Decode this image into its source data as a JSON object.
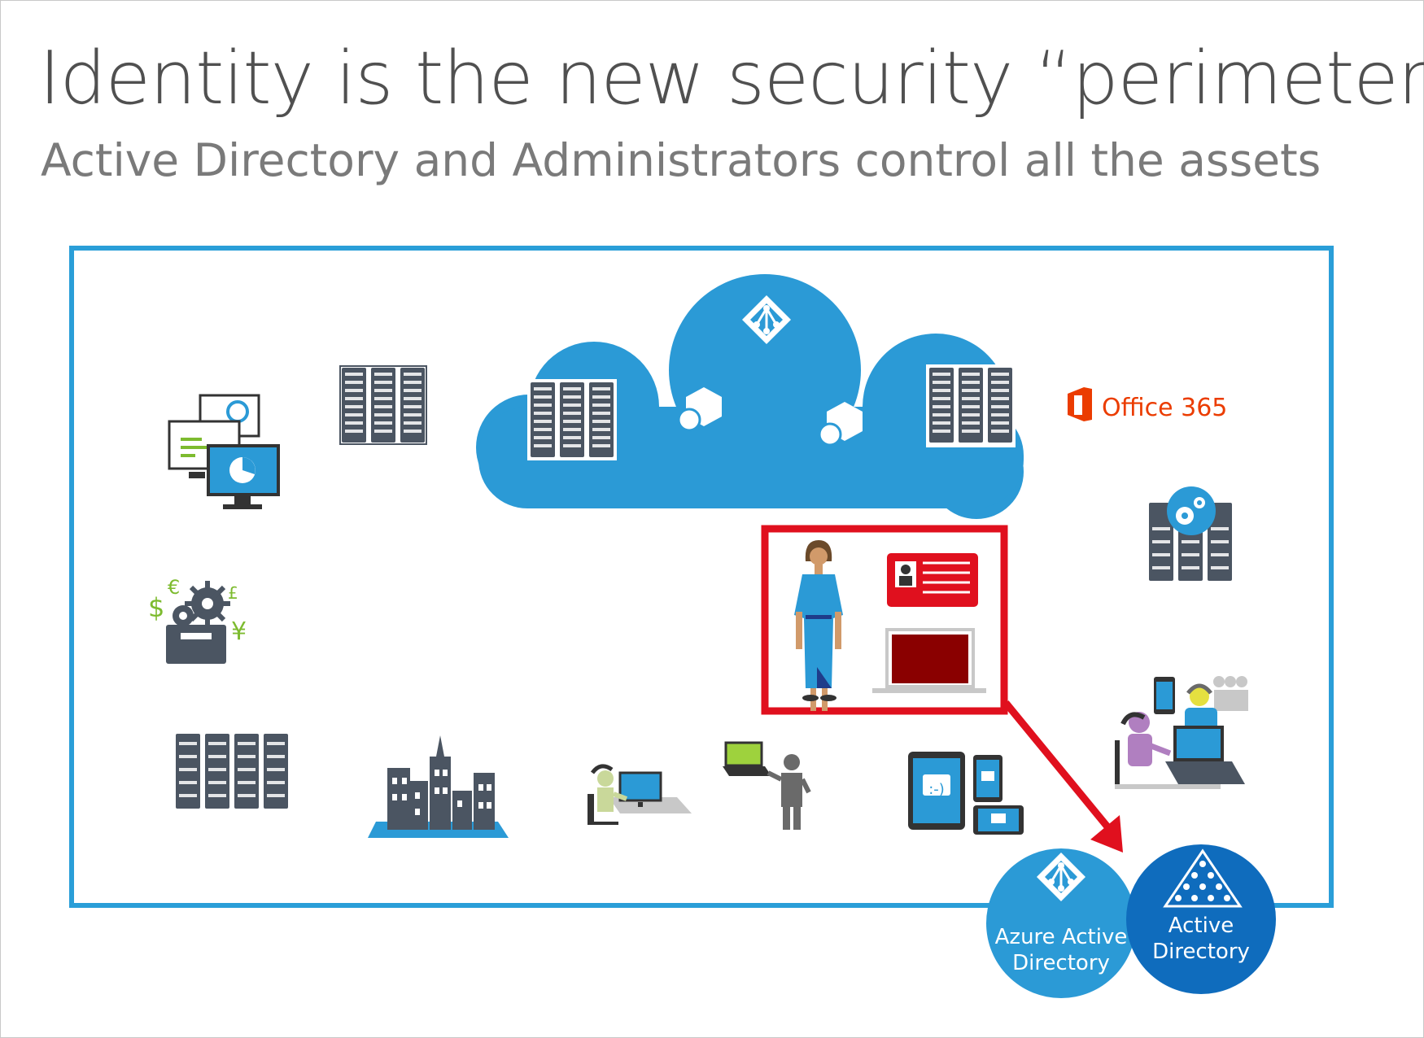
{
  "slide": {
    "title": "Identity is the new security “perimeter”",
    "subtitle": "Active Directory and Administrators control all the assets"
  },
  "office365": {
    "label": "Office 365"
  },
  "azure_ad": {
    "line1": "Azure Active",
    "line2": "Directory"
  },
  "active_directory": {
    "line1": "Active",
    "line2": "Directory"
  },
  "currency": {
    "dollar": "$",
    "euro": "€",
    "pound": "£",
    "yen": "¥"
  },
  "emoticon": ":-)",
  "colors": {
    "perimeter": "#2a9ed8",
    "cloud": "#2b9ad6",
    "highlight": "#e0101e",
    "azure_circle": "#2b9ad6",
    "ad_circle": "#0f6cbd",
    "server_dark": "#4b5562",
    "office_orange": "#eb3c00",
    "currency_green": "#7dbb2f"
  },
  "icons": [
    "azure-ad-icon",
    "server-rack-icon",
    "monitor-cluster-icon",
    "cloud-icon",
    "office-logo-icon",
    "gear-server-icon",
    "currency-gears-icon",
    "city-icon",
    "person-desk-icon",
    "person-laptop-icon",
    "mobile-devices-icon",
    "users-devices-icon",
    "woman-icon",
    "id-card-icon",
    "laptop-icon",
    "arrow-icon"
  ]
}
